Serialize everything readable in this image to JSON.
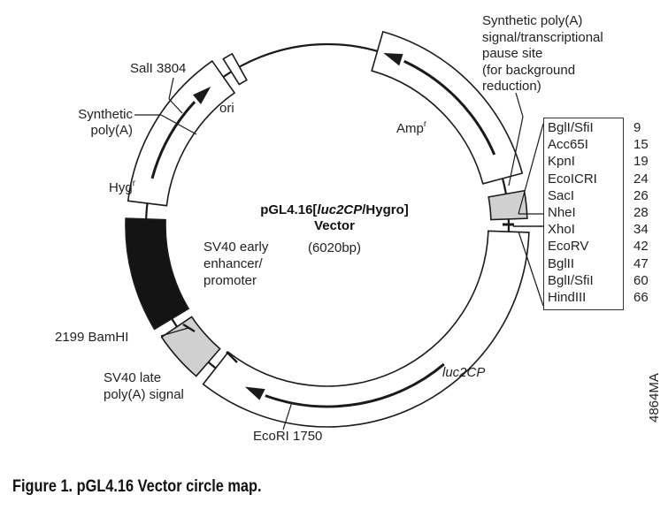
{
  "diagram": {
    "title_prefix": "pGL4.16[",
    "title_luc": "luc2CP",
    "title_suffix": "/Hygro]",
    "title_line2": "Vector",
    "size": "(6020bp)"
  },
  "labels": {
    "synthetic_polya_top": [
      "Synthetic poly(A)",
      "signal/transcriptional",
      "pause site",
      "(for background",
      "reduction)"
    ],
    "sali": "SalI 3804",
    "ori": "ori",
    "synthetic_polya_left": [
      "Synthetic",
      "poly(A)"
    ],
    "amp": "Amp",
    "amp_sup": "r",
    "hyg": "Hyg",
    "hyg_sup": "r",
    "sv40_promoter": [
      "SV40 early",
      "enhancer/",
      "promoter"
    ],
    "bamhi": "2199 BamHI",
    "sv40_late": [
      "SV40 late",
      "poly(A) signal"
    ],
    "luc2cp": "luc2CP",
    "ecori": "EcoRI 1750",
    "figure_id": "4864MA"
  },
  "sites": [
    {
      "name": "BglI/SfiI",
      "pos": "9"
    },
    {
      "name": "Acc65I",
      "pos": "15"
    },
    {
      "name": "KpnI",
      "pos": "19"
    },
    {
      "name": "EcoICRI",
      "pos": "24"
    },
    {
      "name": "SacI",
      "pos": "26"
    },
    {
      "name": "NheI",
      "pos": "28"
    },
    {
      "name": "XhoI",
      "pos": "34"
    },
    {
      "name": "EcoRV",
      "pos": "42"
    },
    {
      "name": "BglII",
      "pos": "47"
    },
    {
      "name": "BglI/SfiI",
      "pos": "60"
    },
    {
      "name": "HindIII",
      "pos": "66"
    }
  ],
  "caption": "Figure 1. pGL4.16 Vector circle map.",
  "colors": {
    "promoter_fill": "#141414",
    "polya_fill": "#d0d0d0",
    "line": "#1a1a1a"
  }
}
